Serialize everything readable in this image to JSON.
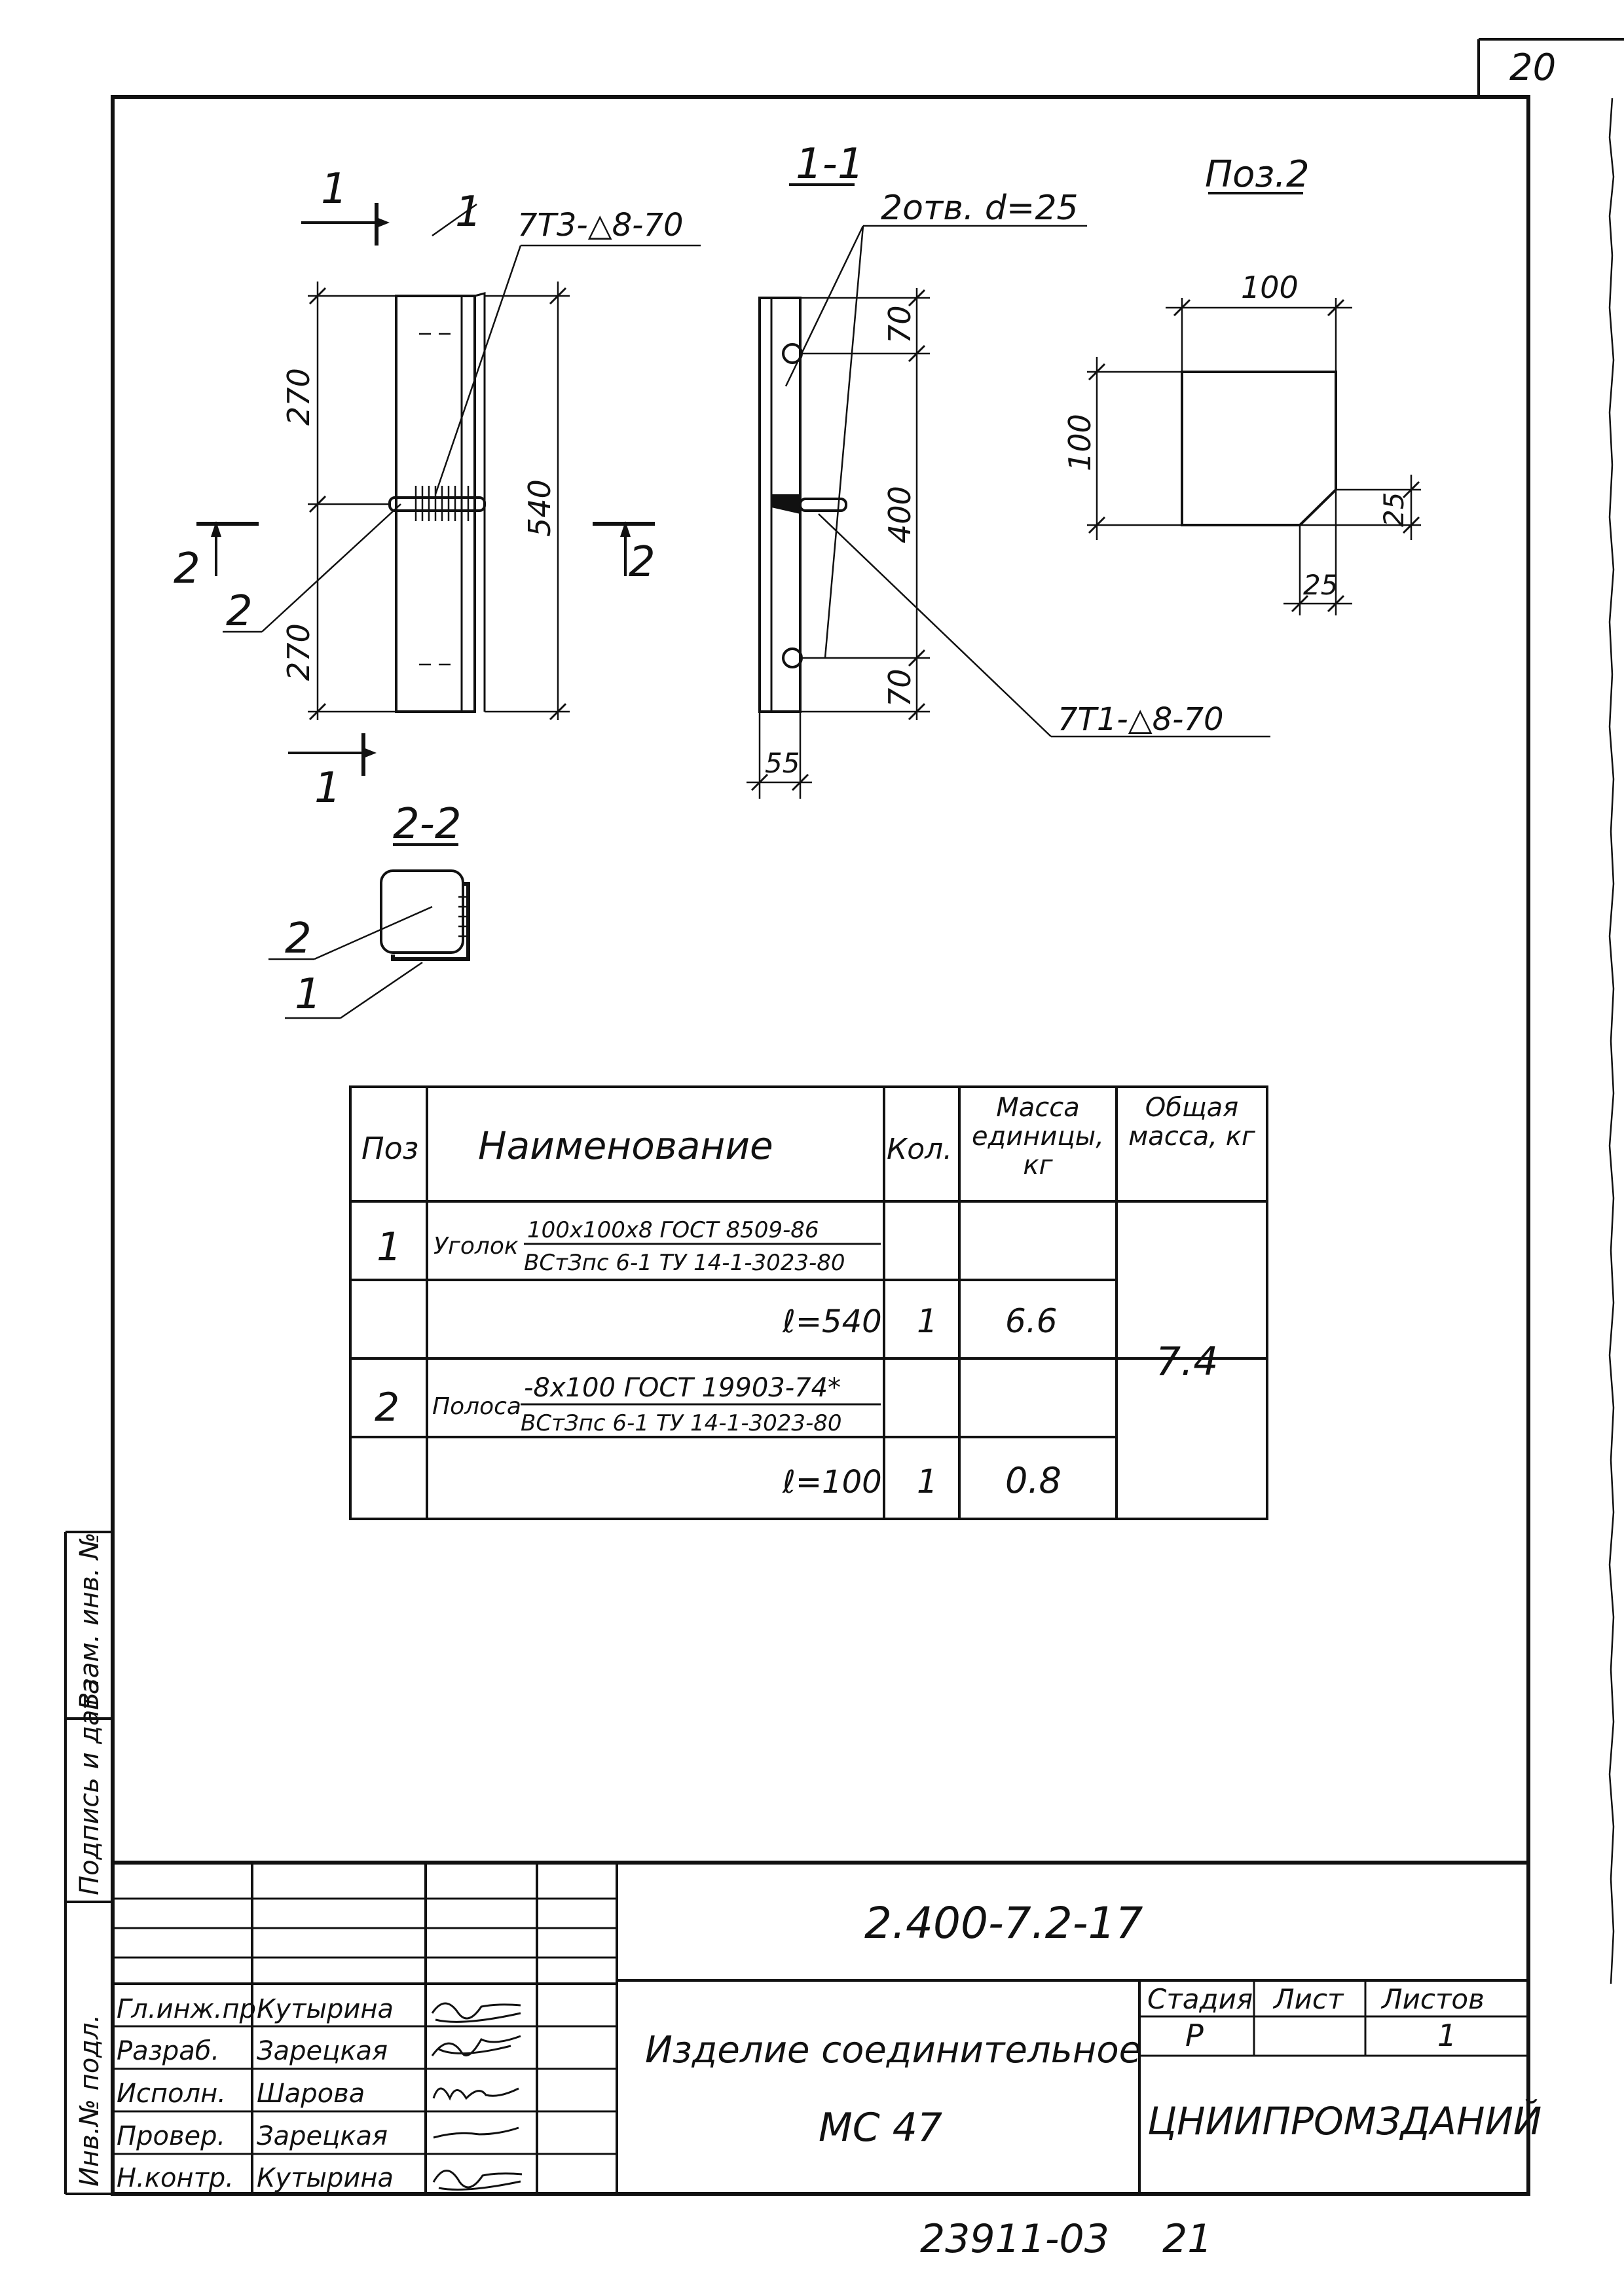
{
  "sheet_number": "20",
  "drawing": {
    "view_main": {
      "cut_mark_top": "1",
      "cut_mark_bottom": "1",
      "section_2_left": "2",
      "section_2_right": "2",
      "leader_pos1": "1",
      "leader_pos2": "2",
      "weld_label": "7T3-△8-70",
      "dim_upper": "270",
      "dim_lower": "270",
      "dim_total": "540"
    },
    "section_1_1": {
      "title": "1-1",
      "holes_label": "2отв. d=25",
      "dim_top": "70",
      "dim_mid": "400",
      "dim_bottom": "70",
      "dim_width": "55",
      "weld_label": "7T1-△8-70"
    },
    "pos2": {
      "title": "Поз.2",
      "dim_width": "100",
      "dim_height": "100",
      "dim_chamfer_v": "25",
      "dim_chamfer_h": "25"
    },
    "section_2_2": {
      "title": "2-2",
      "leader_pos2": "2",
      "leader_pos1": "1"
    }
  },
  "spec_table": {
    "headers": {
      "pos": "Поз",
      "name": "Наименование",
      "qty": "Кол.",
      "unit_mass": "Масса единицы, кг",
      "total_mass": "Общая масса, кг"
    },
    "rows": [
      {
        "pos": "1",
        "name_prefix": "Уголок",
        "name_top": "100х100х8 ГОСТ 8509-86",
        "name_bottom": "ВСтЗпс 6-1 ТУ 14-1-3023-80",
        "length": "ℓ=540",
        "qty": "1",
        "unit_mass": "6.6"
      },
      {
        "pos": "2",
        "name_prefix": "Полоса",
        "name_top": "-8х100 ГОСТ 19903-74*",
        "name_bottom": "ВСтЗпс 6-1 ТУ 14-1-3023-80",
        "length": "ℓ=100",
        "qty": "1",
        "unit_mass": "0.8"
      }
    ],
    "total_mass": "7.4"
  },
  "side_stamps": {
    "inv_podl": "Инв.№ подл.",
    "podpis": "Подпись и дата",
    "vzam": "Взам. инв. №"
  },
  "title_block": {
    "doc_code": "2.400-7.2-17",
    "roles": [
      {
        "role": "Гл.инж.пр.",
        "name": "Кутырина"
      },
      {
        "role": "Разраб.",
        "name": "Зарецкая"
      },
      {
        "role": "Исполн.",
        "name": "Шарова"
      },
      {
        "role": "Провер.",
        "name": "Зарецкая"
      },
      {
        "role": "Н.контр.",
        "name": "Кутырина"
      }
    ],
    "item_title": "Изделие соединительное",
    "item_code": "МС 47",
    "stage_label": "Стадия",
    "sheet_label": "Лист",
    "sheets_label": "Листов",
    "stage_value": "Р",
    "sheet_value": "",
    "sheets_value": "1",
    "organization": "ЦНИИПРОМЗДАНИЙ"
  },
  "footer": {
    "archive_number": "23911-03",
    "page_number": "21"
  }
}
